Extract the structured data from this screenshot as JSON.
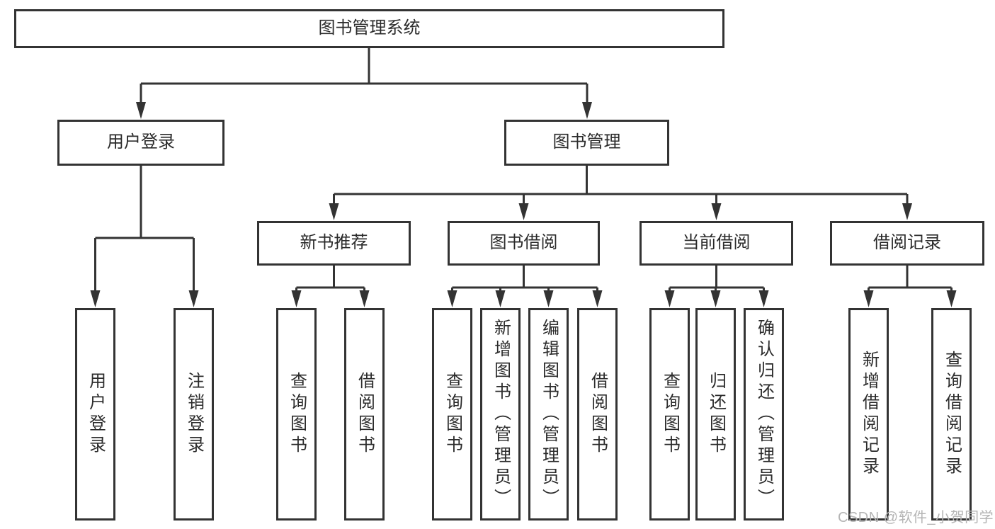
{
  "colors": {
    "line": "#333333",
    "node_text": "#2b2b2b",
    "node_background": "#ffffff",
    "watermark": "#b5b5b5"
  },
  "nodes": {
    "root": "图书管理系统",
    "user_login": "用户登录",
    "book_mgmt": "图书管理",
    "new_books": "新书推荐",
    "book_borrow": "图书借阅",
    "current_borrow": "当前借阅",
    "borrow_records": "借阅记录",
    "leaf_user_login": "用户登录",
    "leaf_logout": "注销登录",
    "leaf_nb_query": "查询图书",
    "leaf_nb_borrow": "借阅图书",
    "leaf_bb_query": "查询图书",
    "leaf_bb_add": "新增图书（管理员）",
    "leaf_bb_edit": "编辑图书（管理员）",
    "leaf_bb_borrow": "借阅图书",
    "leaf_cb_query": "查询图书",
    "leaf_cb_return": "归还图书",
    "leaf_cb_confirm": "确认归还（管理员）",
    "leaf_br_add": "新增借阅记录",
    "leaf_br_query": "查询借阅记录"
  },
  "watermark": "CSDN @软件_小贺同学"
}
